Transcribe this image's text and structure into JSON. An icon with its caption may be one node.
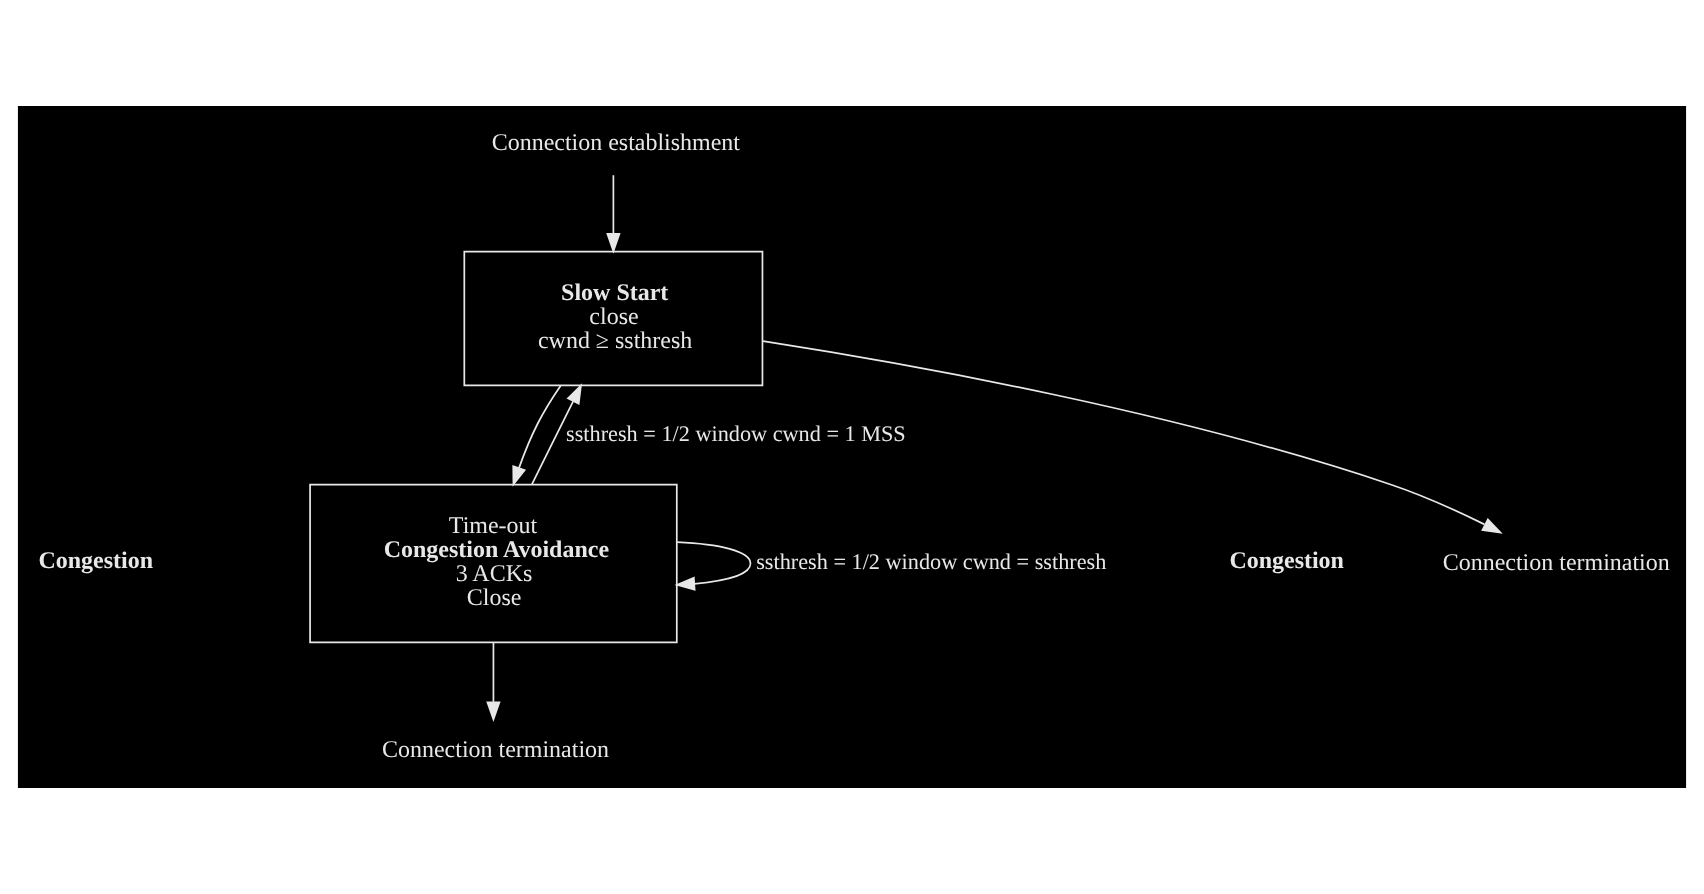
{
  "diagram": {
    "nodes": [
      {
        "text": [
          "Slow Start",
          "close",
          "cwnd ≥ ssthresh"
        ]
      },
      {
        "text": [
          "Time-out",
          "Congestion Avoidance",
          "3 ACKs",
          "Close"
        ]
      },
      {
        "text": [
          "Connection establishment"
        ]
      },
      {
        "text": [
          "Connection termination"
        ]
      },
      {
        "text": [
          "Connection termination"
        ]
      }
    ],
    "edges": [
      {
        "from": 2,
        "to": 0,
        "arrow": "to"
      },
      {
        "from": 0,
        "to": 3,
        "arrow": "to"
      },
      {
        "from": 0,
        "to": 1,
        "arrow": "to"
      },
      {
        "from": 1,
        "to": 4,
        "arrow": "to"
      },
      {
        "from": 1,
        "to": 0,
        "arrow": "to",
        "label": "ssthresh = 1/2 window cwnd = 1 MSS"
      },
      {
        "from": 1,
        "to": 1,
        "arrow": "to",
        "label": "ssthresh = 1/2 window cwnd = ssthresh"
      }
    ],
    "labels": [
      "Congestion",
      "Congestion"
    ]
  }
}
